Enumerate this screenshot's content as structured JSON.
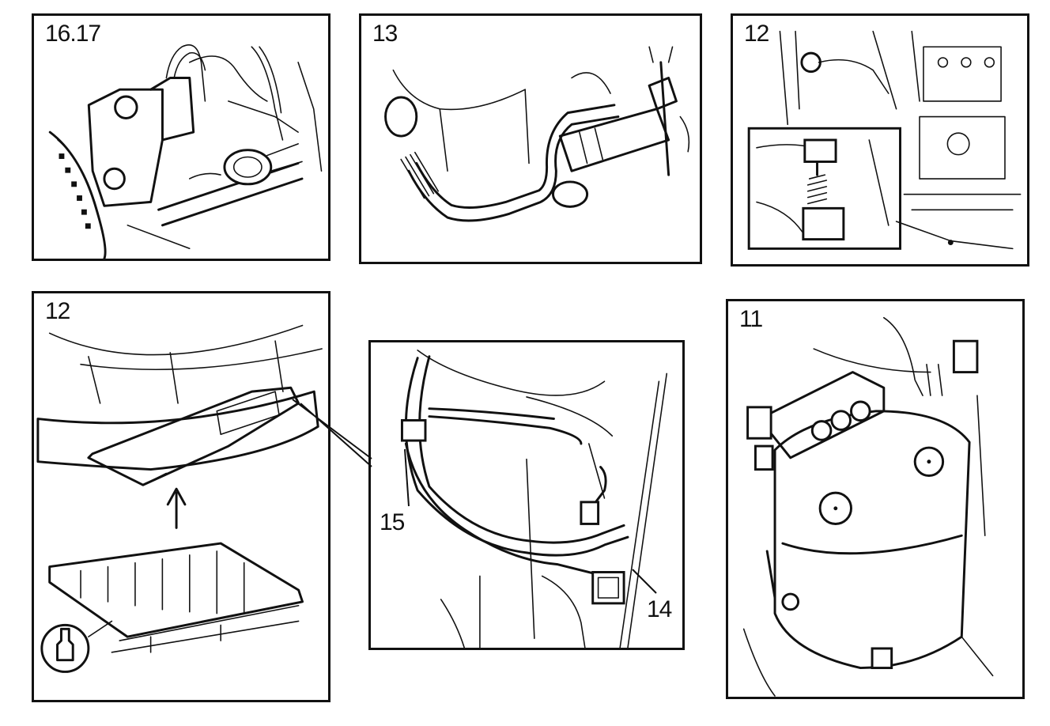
{
  "panels": [
    {
      "label": "16.17"
    },
    {
      "label": "13"
    },
    {
      "label": "12"
    },
    {
      "label": "12"
    },
    {
      "label": ""
    },
    {
      "label": "11"
    }
  ],
  "callouts": {
    "c15": "15",
    "c14": "14"
  },
  "colors": {
    "ink": "#111111",
    "paper": "#ffffff"
  }
}
